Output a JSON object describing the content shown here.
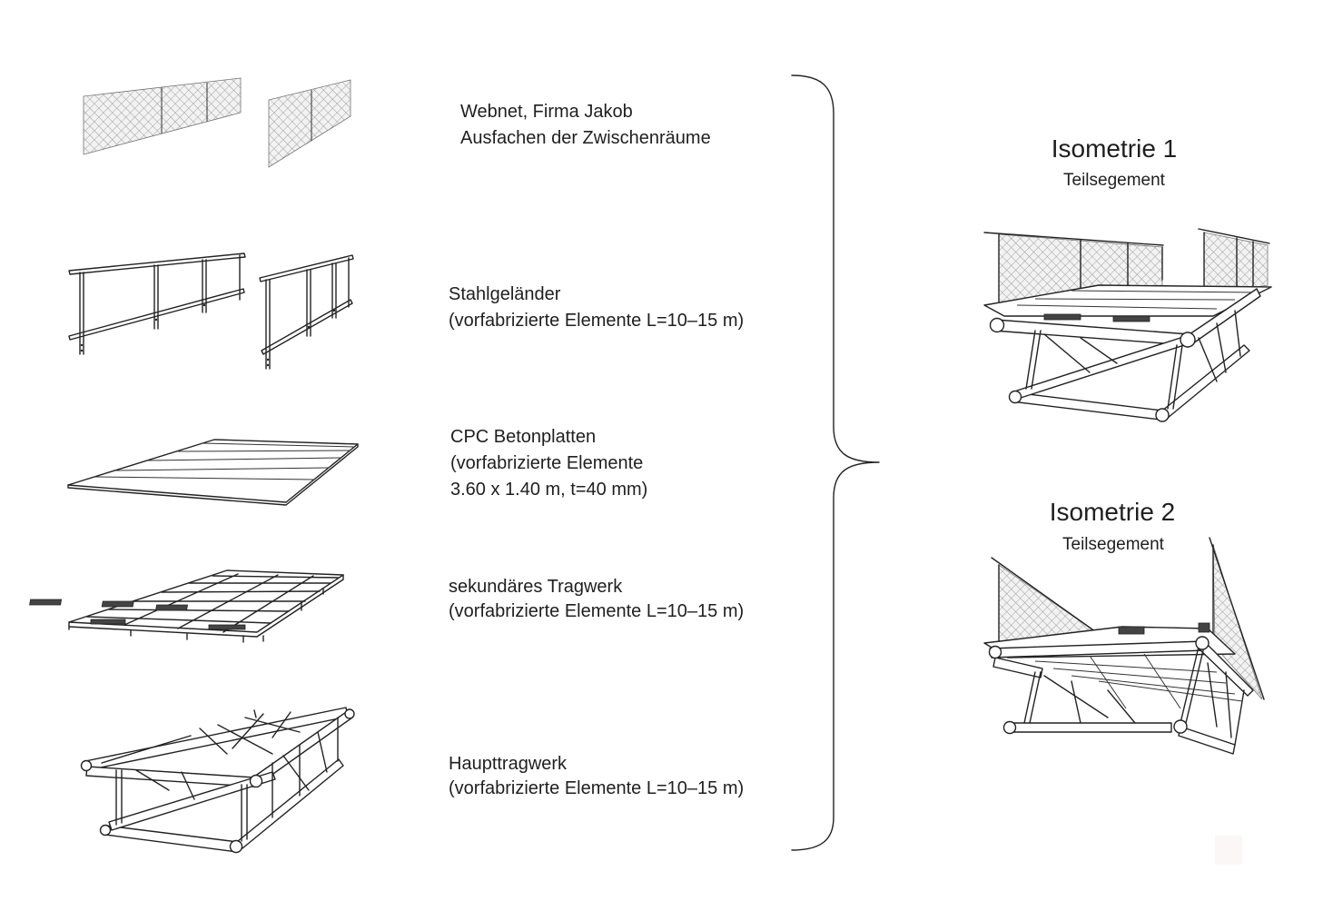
{
  "components": [
    {
      "id": "webnet",
      "lines": [
        "Webnet, Firma Jakob",
        "Ausfachen der Zwischenräume"
      ]
    },
    {
      "id": "stahlgelaender",
      "lines": [
        "Stahlgeländer",
        "(vorfabrizierte Elemente L=10–15 m)"
      ]
    },
    {
      "id": "betonplatten",
      "lines": [
        "CPC Betonplatten",
        "(vorfabrizierte Elemente",
        "3.60 x 1.40 m, t=40 mm)"
      ]
    },
    {
      "id": "sekundaeres",
      "lines": [
        "sekundäres Tragwerk",
        "(vorfabrizierte Elemente L=10–15 m)"
      ]
    },
    {
      "id": "haupttragwerk",
      "lines": [
        "Haupttragwerk",
        "(vorfabrizierte Elemente L=10–15 m)"
      ]
    }
  ],
  "isometrie": [
    {
      "title": "Isometrie 1",
      "subtitle": "Teilsegement"
    },
    {
      "title": "Isometrie 2",
      "subtitle": "Teilsegement"
    }
  ]
}
